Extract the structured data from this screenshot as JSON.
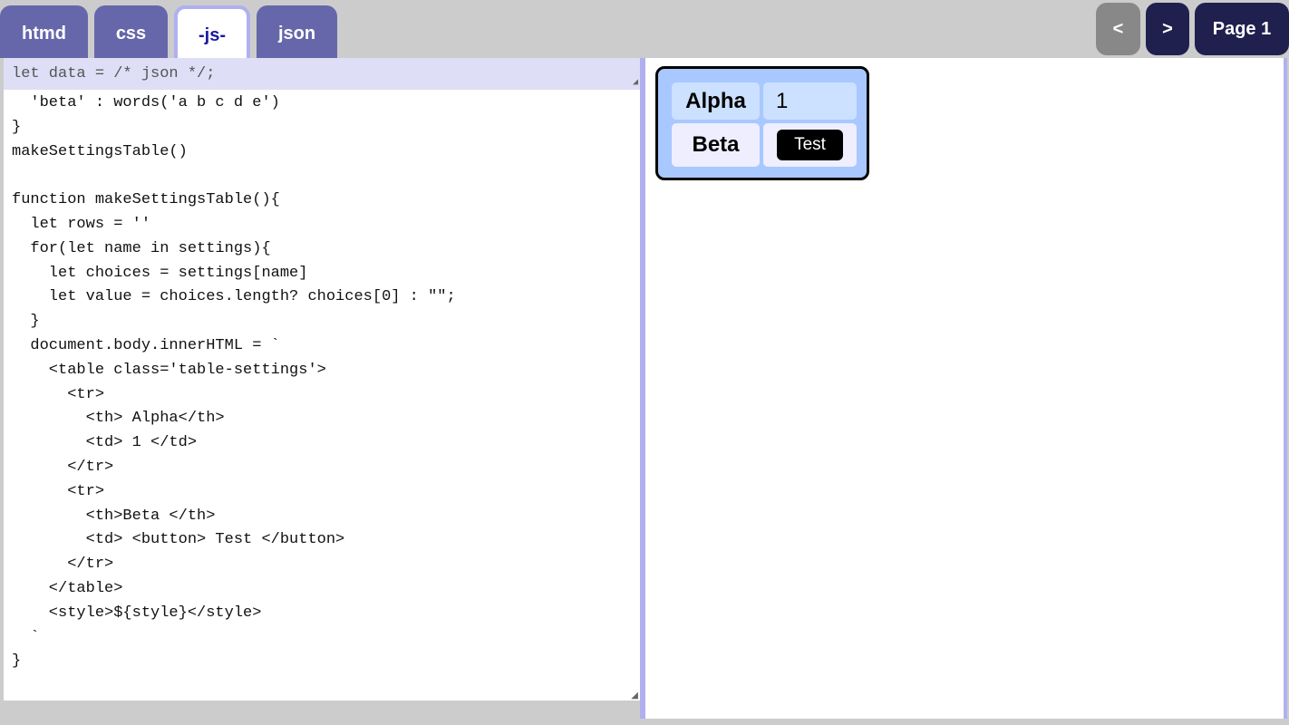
{
  "tabs": [
    {
      "label": "htmd"
    },
    {
      "label": "css"
    },
    {
      "label": "-js-"
    },
    {
      "label": "json"
    }
  ],
  "active_tab": "-js-",
  "nav": {
    "prev": "<",
    "next": ">",
    "page": "Page 1"
  },
  "editor": {
    "header": "let data = /* json */;",
    "code": "  'beta' : words('a b c d e')\n}\nmakeSettingsTable()\n\nfunction makeSettingsTable(){\n  let rows = ''\n  for(let name in settings){\n    let choices = settings[name]\n    let value = choices.length? choices[0] : \"\";\n  }\n  document.body.innerHTML = `\n    <table class='table-settings'>\n      <tr>\n        <th> Alpha</th>\n        <td> 1 </td>\n      </tr>\n      <tr>\n        <th>Beta </th>\n        <td> <button> Test </button>\n      </tr>\n    </table>\n    <style>${style}</style>\n  `\n}"
  },
  "preview": {
    "rows": [
      {
        "label": "Alpha",
        "value": "1"
      },
      {
        "label": "Beta",
        "button": "Test"
      }
    ]
  },
  "colors": {
    "tab": "#6667aa",
    "nav": "#20204f",
    "accent": "#b0b0f0",
    "table_bg": "#a8c8ff"
  }
}
